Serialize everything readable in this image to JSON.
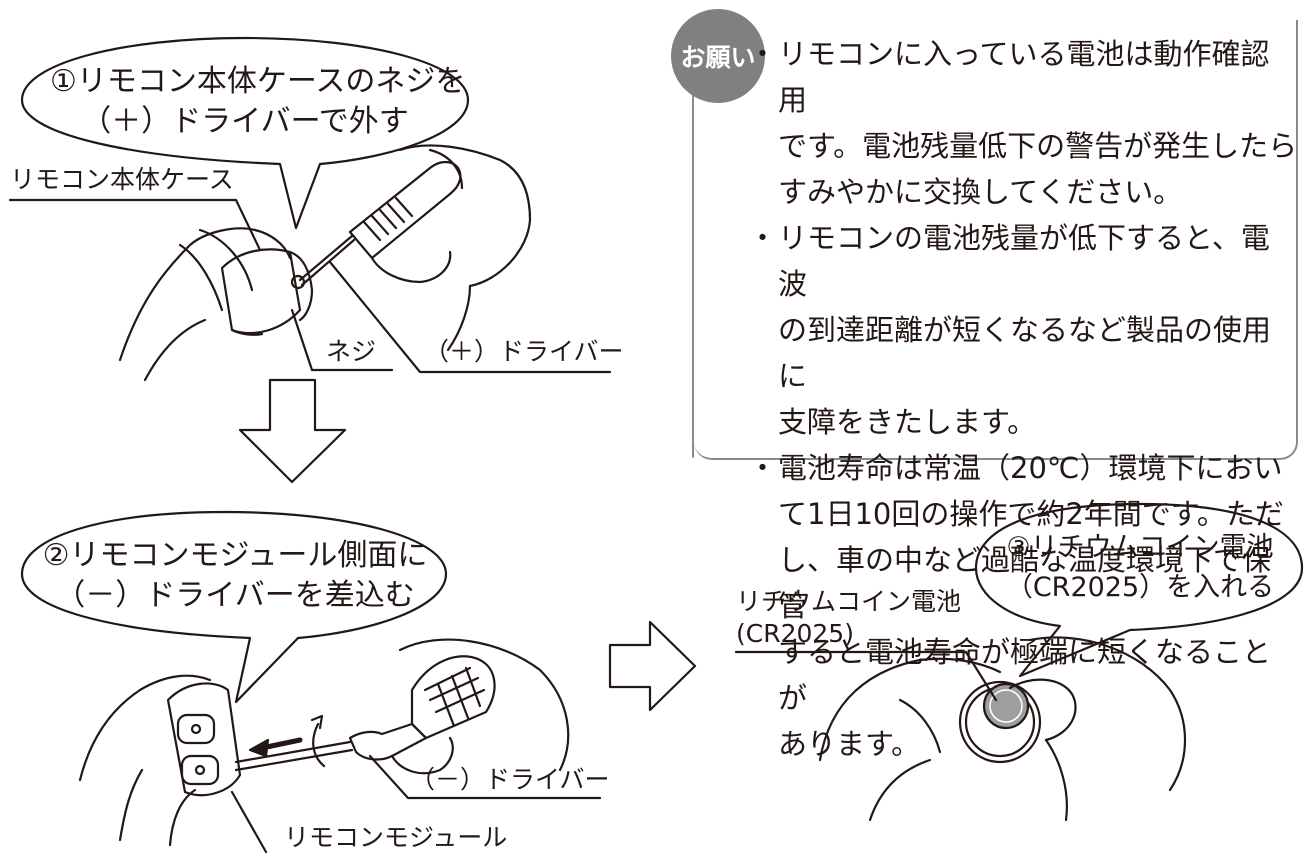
{
  "step1": {
    "bubble_line1": "①リモコン本体ケースのネジを",
    "bubble_line2": "（＋）ドライバーで外す",
    "label_case": "リモコン本体ケース",
    "label_screw": "ネジ",
    "label_driver": "（＋）ドライバー"
  },
  "step2": {
    "bubble_line1": "②リモコンモジュール側面に",
    "bubble_line2": "（－）ドライバーを差込む",
    "label_driver": "（－）ドライバー",
    "label_module": "リモコンモジュール"
  },
  "step3": {
    "bubble_line1": "③リチウムコイン電池",
    "bubble_line2": "（CR2025）を入れる",
    "label_battery_line1": "リチウムコイン電池",
    "label_battery_line2": "(CR2025)"
  },
  "notice": {
    "badge": "お願い",
    "items": [
      {
        "bullet": "・",
        "lines": [
          "リモコンに入っている電池は動作確認用",
          "です。電池残量低下の警告が発生したら",
          "すみやかに交換してください。"
        ]
      },
      {
        "bullet": "・",
        "lines": [
          "リモコンの電池残量が低下すると、電波",
          "の到達距離が短くなるなど製品の使用に",
          "支障をきたします。"
        ]
      },
      {
        "bullet": "・",
        "lines": [
          "電池寿命は常温（20℃）環境下におい",
          "て1日10回の操作で約2年間です。ただ",
          "し、車の中など過酷な温度環境下で保管",
          "すると電池寿命が極端に短くなることが",
          "あります。"
        ]
      }
    ]
  }
}
